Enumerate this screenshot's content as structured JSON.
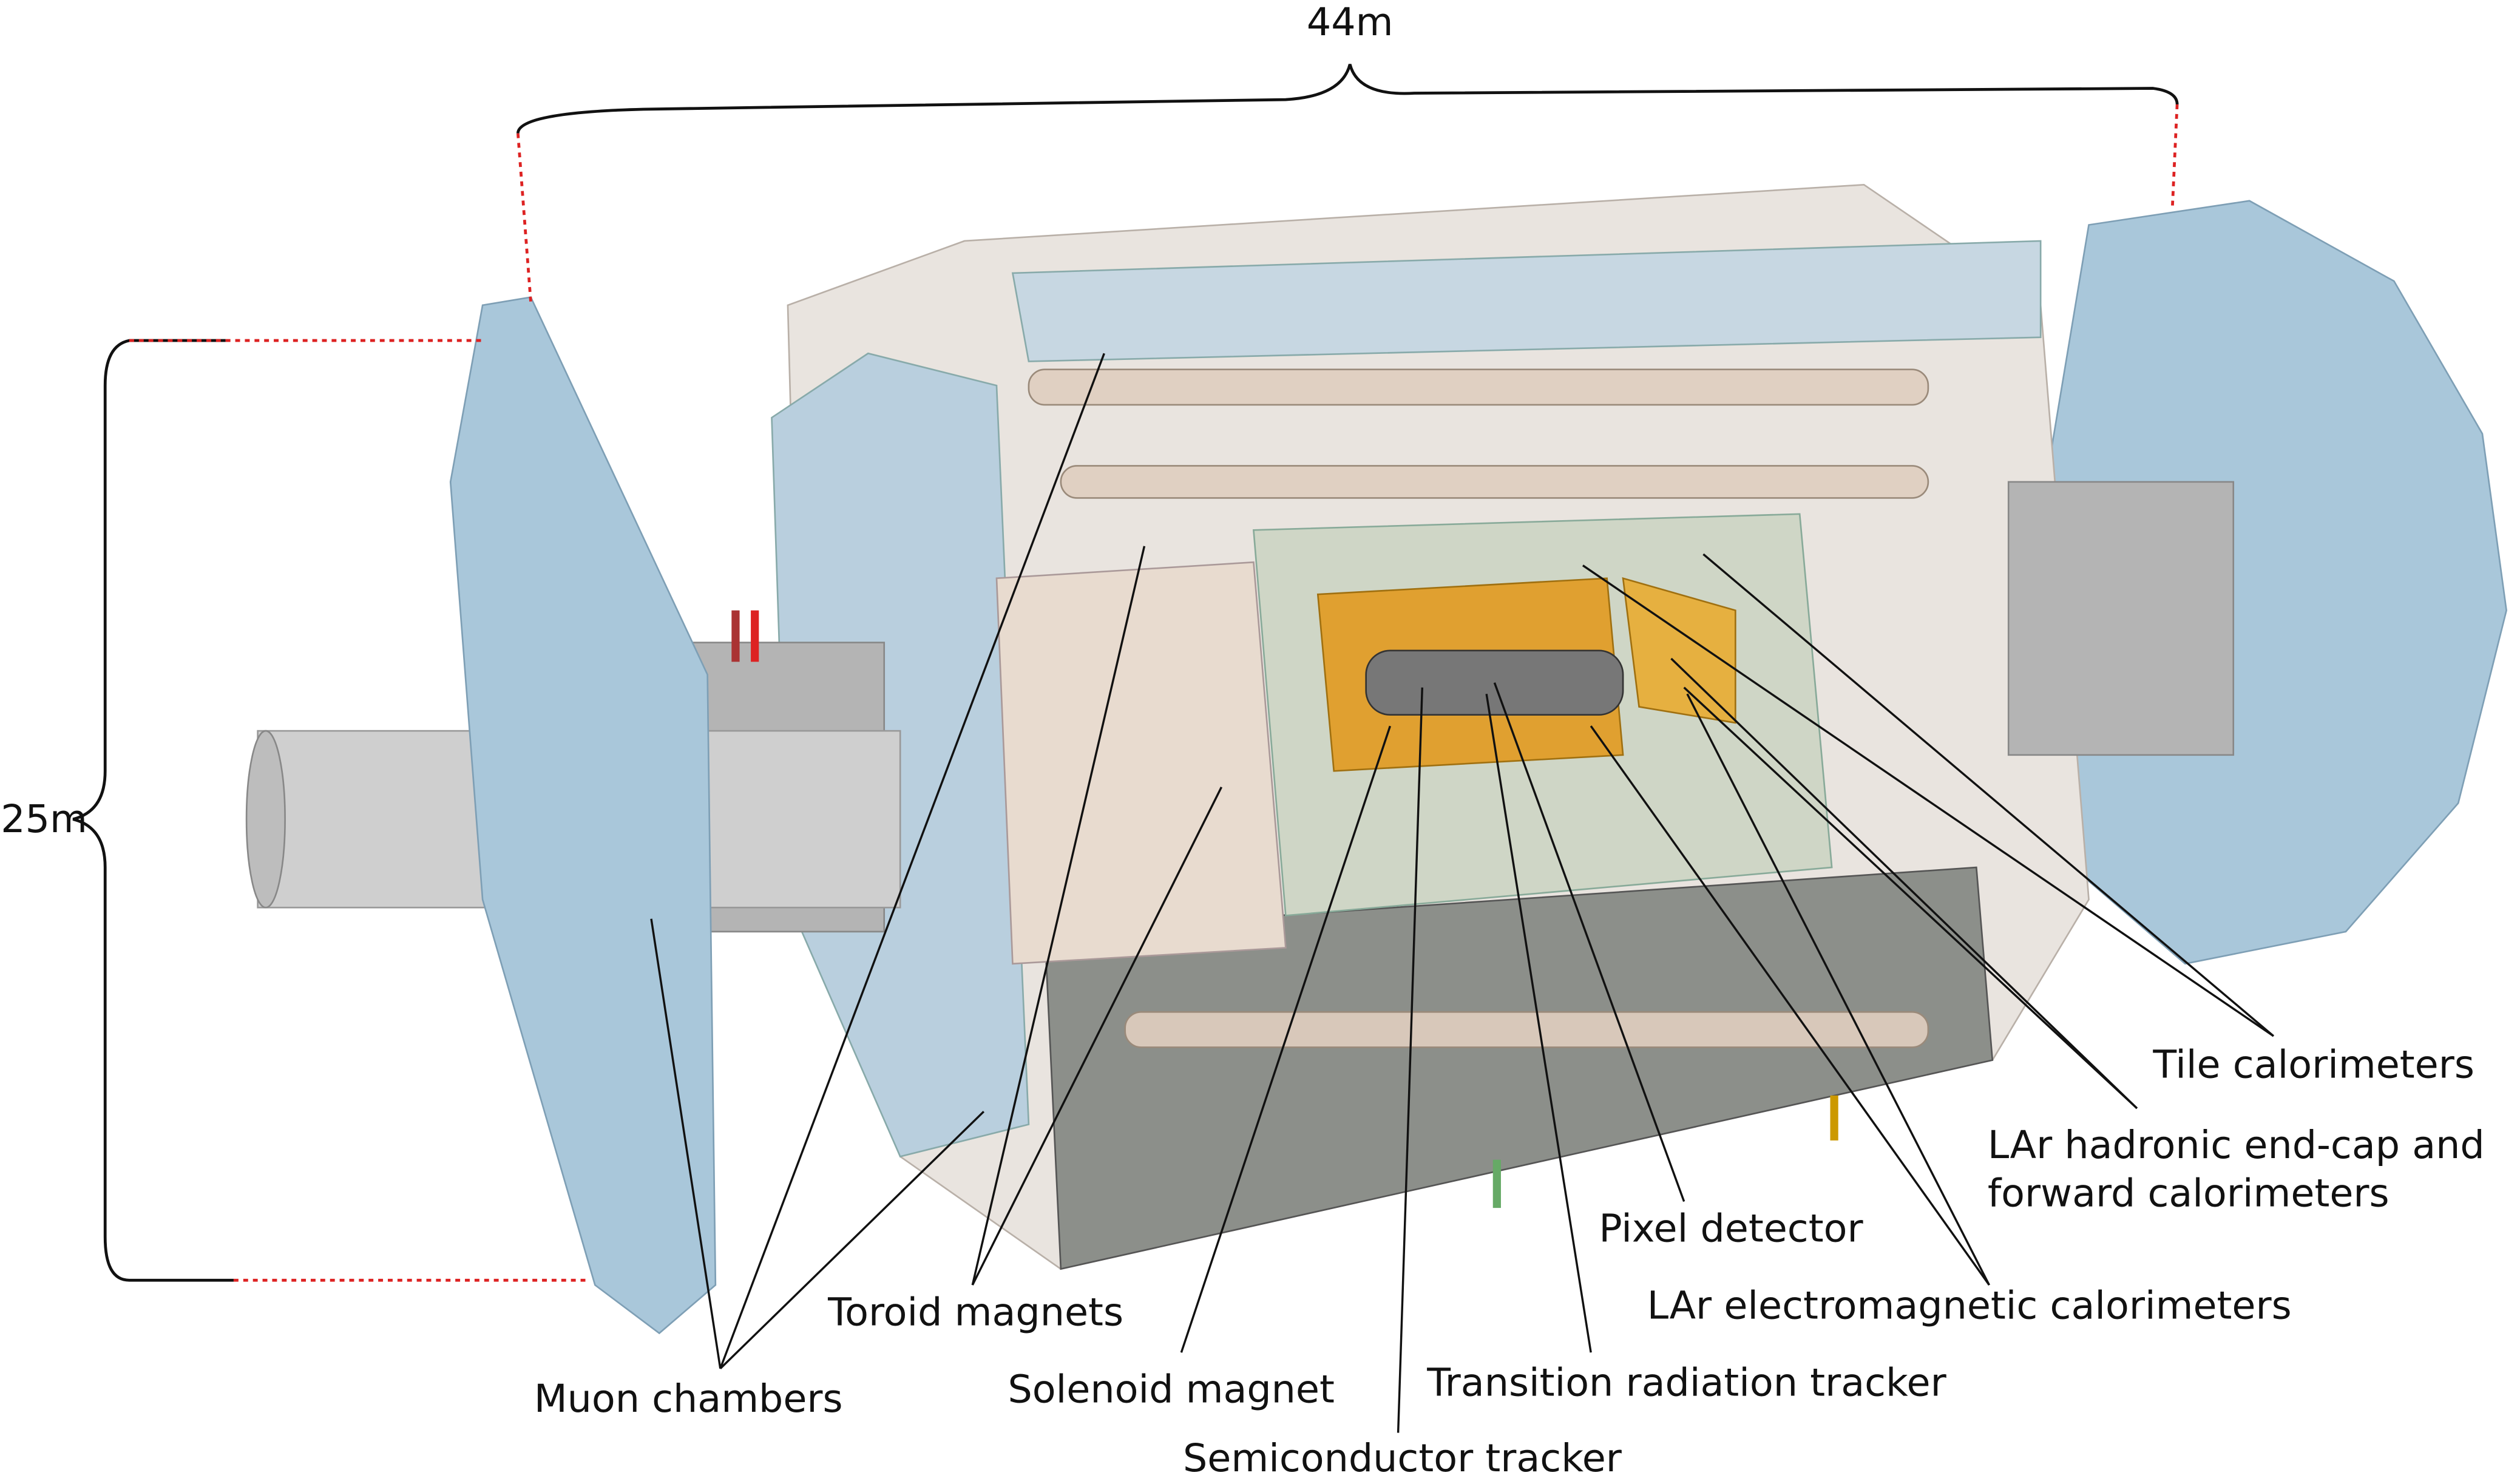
{
  "dimensions": {
    "length": "44m",
    "height": "25m"
  },
  "labels": {
    "tile": "Tile calorimeters",
    "lar_hadronic_1": "LAr hadronic end-cap and",
    "lar_hadronic_2": "forward calorimeters",
    "pixel": "Pixel detector",
    "lar_em": "LAr electromagnetic calorimeters",
    "toroid": "Toroid magnets",
    "trt": "Transition radiation tracker",
    "solenoid": "Solenoid magnet",
    "muon": "Muon chambers",
    "sct": "Semiconductor tracker"
  },
  "colors": {
    "dimension_line": "#dd2222",
    "muon_blue": "#a9c7da",
    "magnet_beige": "#e6d8cc",
    "calorimeter_orange": "#e0a030"
  }
}
